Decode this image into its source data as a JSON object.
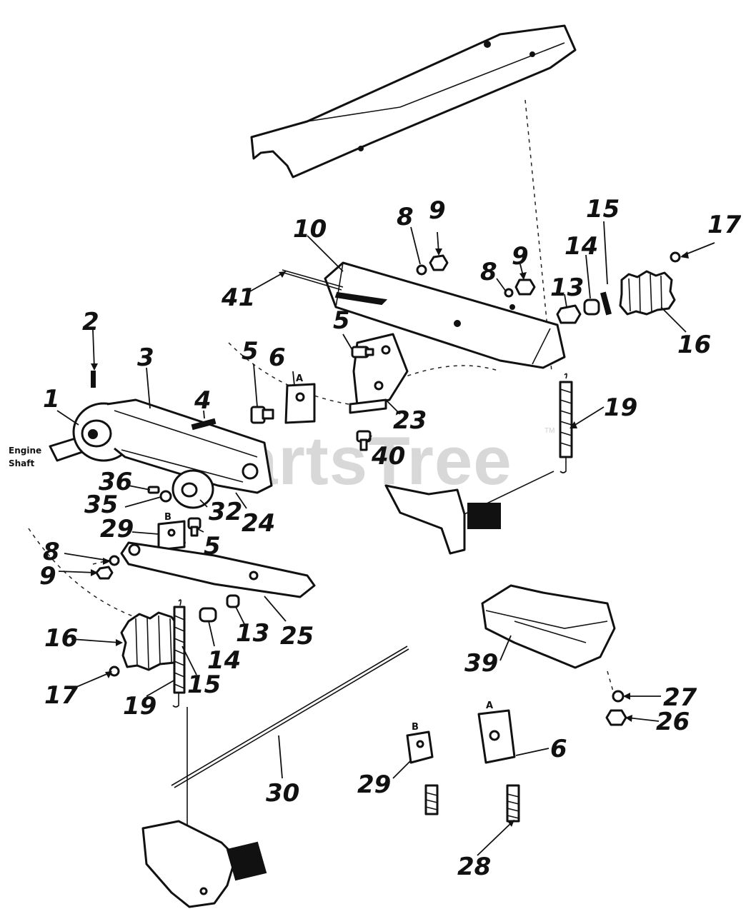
{
  "watermark": {
    "brand": "PartsTree",
    "trademark": "TM"
  },
  "engine_shaft_label": [
    "Engine",
    "Shaft"
  ],
  "bracket_letters": {
    "a_upper": "A",
    "b_upper": "B",
    "a_lower": "A",
    "b_lower": "B"
  },
  "callouts": {
    "c1": "1",
    "c2": "2",
    "c3": "3",
    "c4": "4",
    "c5a": "5",
    "c5b": "5",
    "c5c": "5",
    "c6a": "6",
    "c6b": "6",
    "c8a": "8",
    "c8b": "8",
    "c8c": "8",
    "c9a": "9",
    "c9b": "9",
    "c9c": "9",
    "c10": "10",
    "c13a": "13",
    "c13b": "13",
    "c14a": "14",
    "c14b": "14",
    "c15a": "15",
    "c15b": "15",
    "c16a": "16",
    "c16b": "16",
    "c17a": "17",
    "c17b": "17",
    "c19a": "19",
    "c19b": "19",
    "c23": "23",
    "c24": "24",
    "c25": "25",
    "c26": "26",
    "c27": "27",
    "c28": "28",
    "c29a": "29",
    "c29b": "29",
    "c30": "30",
    "c32": "32",
    "c35": "35",
    "c36": "36",
    "c39": "39",
    "c40": "40",
    "c41": "41"
  }
}
